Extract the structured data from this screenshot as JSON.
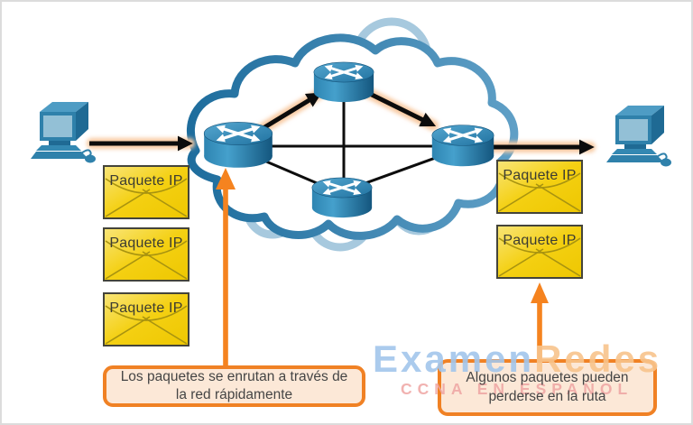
{
  "diagram_subject": "IP packet routing through a network cloud",
  "envelopes": {
    "left": [
      "Paquete IP",
      "Paquete IP",
      "Paquete IP"
    ],
    "right": [
      "Paquete IP",
      "Paquete IP"
    ]
  },
  "callouts": {
    "left": {
      "line1": "Los paquetes se enrutan a través de",
      "line2": "la red rápidamente"
    },
    "right": {
      "line1": "Algunos paquetes pueden",
      "line2": "perderse en la ruta"
    }
  },
  "watermark": {
    "part1": "Examen",
    "part2": "Redes",
    "subtitle": "CCNA EN ESPAÑOL"
  },
  "icons": {
    "computer": "desktop-computer-icon",
    "router": "router-icon",
    "cloud": "network-cloud-icon",
    "envelope": "ip-packet-envelope-icon",
    "flow_arrow": "routing-path-arrow-icon",
    "callout_arrow": "callout-pointer-arrow-icon"
  },
  "colors": {
    "accent_orange": "#F5831F",
    "cloud_blue": "#2C7CAD",
    "cloud_light_blue": "#A7C9DE",
    "router_blue": "#2F81AB",
    "envelope_yellow": "#F4CF06",
    "callout_fill": "#FCE8D7",
    "watermark_blue": "#A3C6EC",
    "watermark_orange": "#F8C48C",
    "watermark_red": "#EFA5A3",
    "link_black": "#0D0D0D",
    "glow_peach": "#F8C9A0"
  }
}
